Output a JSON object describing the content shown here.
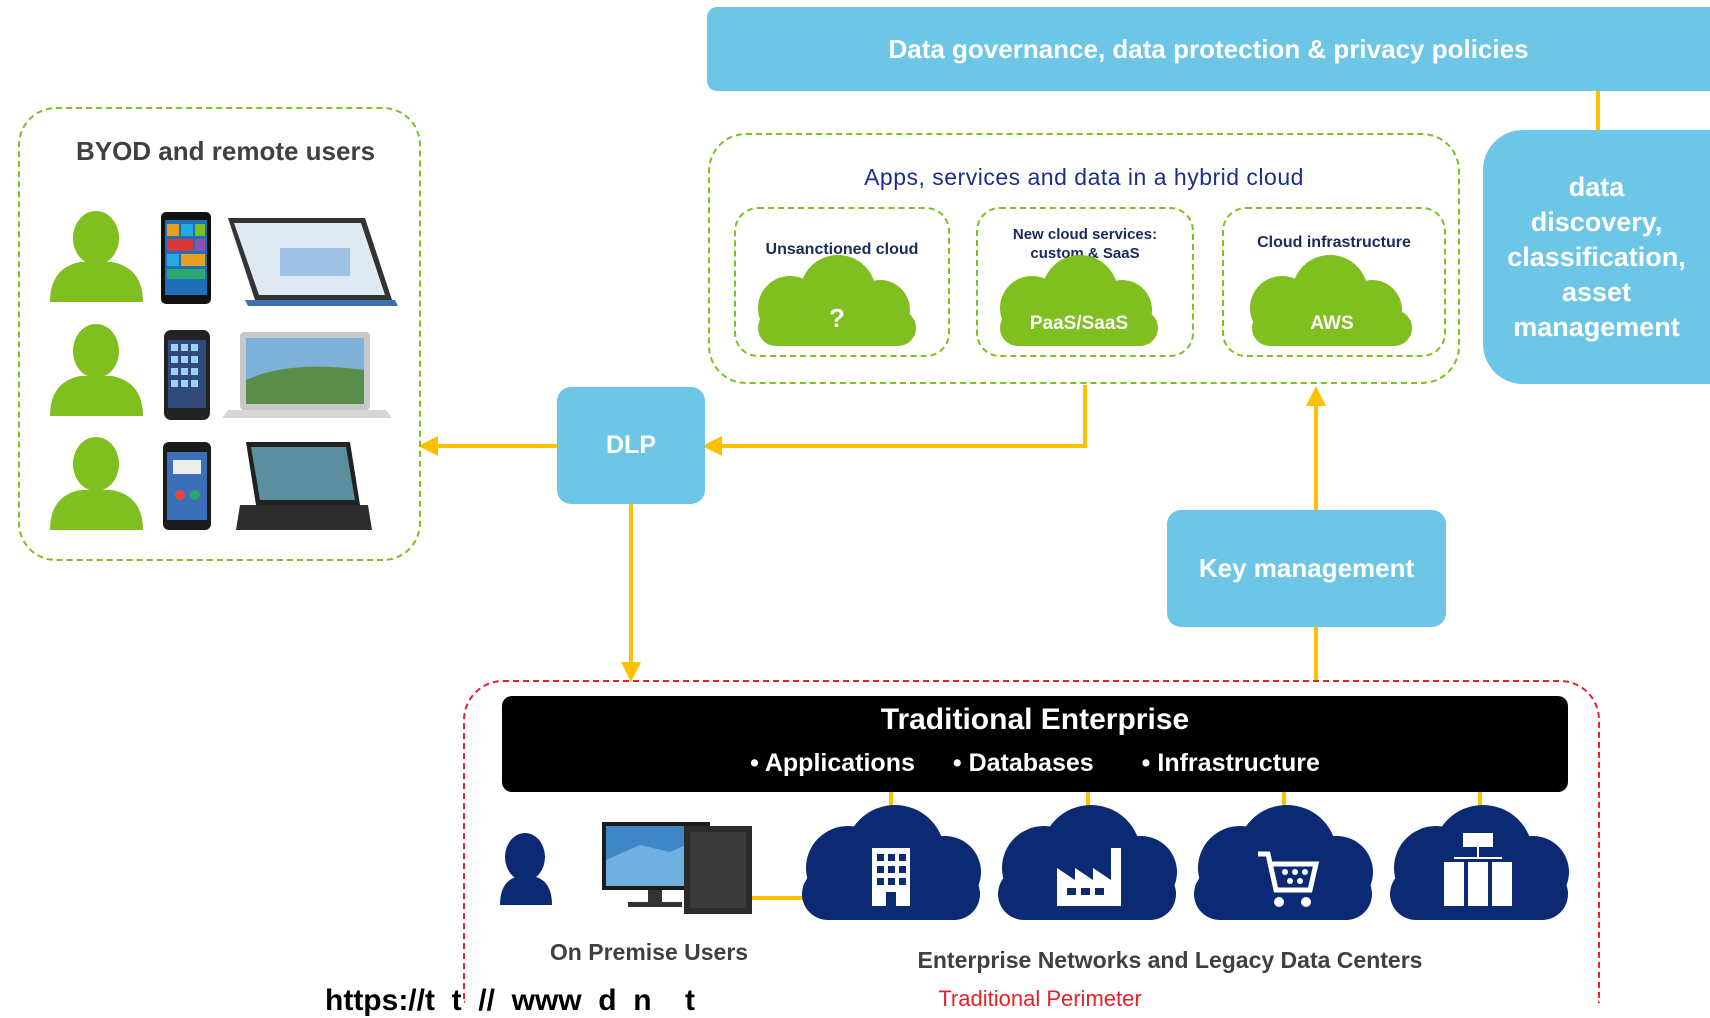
{
  "colors": {
    "box_blue": "#6ec6e6",
    "arrow_yellow": "#ffc000",
    "green": "#7fbf1f",
    "navy": "#0b2a73",
    "red": "#e8202a"
  },
  "governance": {
    "label": "Data governance, data protection & privacy policies"
  },
  "discovery": {
    "lines": [
      "data",
      "discovery,",
      "classification,",
      "asset",
      "management"
    ]
  },
  "byod": {
    "title": "BYOD and remote users",
    "rows": [
      {
        "user_icon": "person-icon",
        "phone_icon": "windows-phone-icon",
        "device_icon": "tablet-icon"
      },
      {
        "user_icon": "person-icon",
        "phone_icon": "iphone-icon",
        "device_icon": "macbook-icon"
      },
      {
        "user_icon": "person-icon",
        "phone_icon": "android-phone-icon",
        "device_icon": "laptop-icon"
      }
    ]
  },
  "hybrid": {
    "title": "Apps, services and data in a hybrid cloud",
    "clouds": [
      {
        "title": "Unsanctioned cloud",
        "label": "?"
      },
      {
        "title": "New cloud services:\ncustom & SaaS",
        "label": "PaaS/SaaS"
      },
      {
        "title": "Cloud infrastructure",
        "label": "AWS"
      }
    ]
  },
  "dlp": {
    "label": "DLP"
  },
  "key": {
    "label": "Key management"
  },
  "enterprise": {
    "title": "Traditional Enterprise",
    "items": [
      "Applications",
      "Databases",
      "Infrastructure"
    ],
    "bullet": "•",
    "users_label": "On Premise Users",
    "networks_label": "Enterprise Networks and Legacy Data Centers",
    "clouds": [
      "office-building-icon",
      "factory-icon",
      "shopping-cart-icon",
      "servers-icon"
    ]
  },
  "perimeter": {
    "label": "Traditional Perimeter"
  },
  "footer": {
    "url_text": "https://t  t  //  www  d  n    t"
  }
}
